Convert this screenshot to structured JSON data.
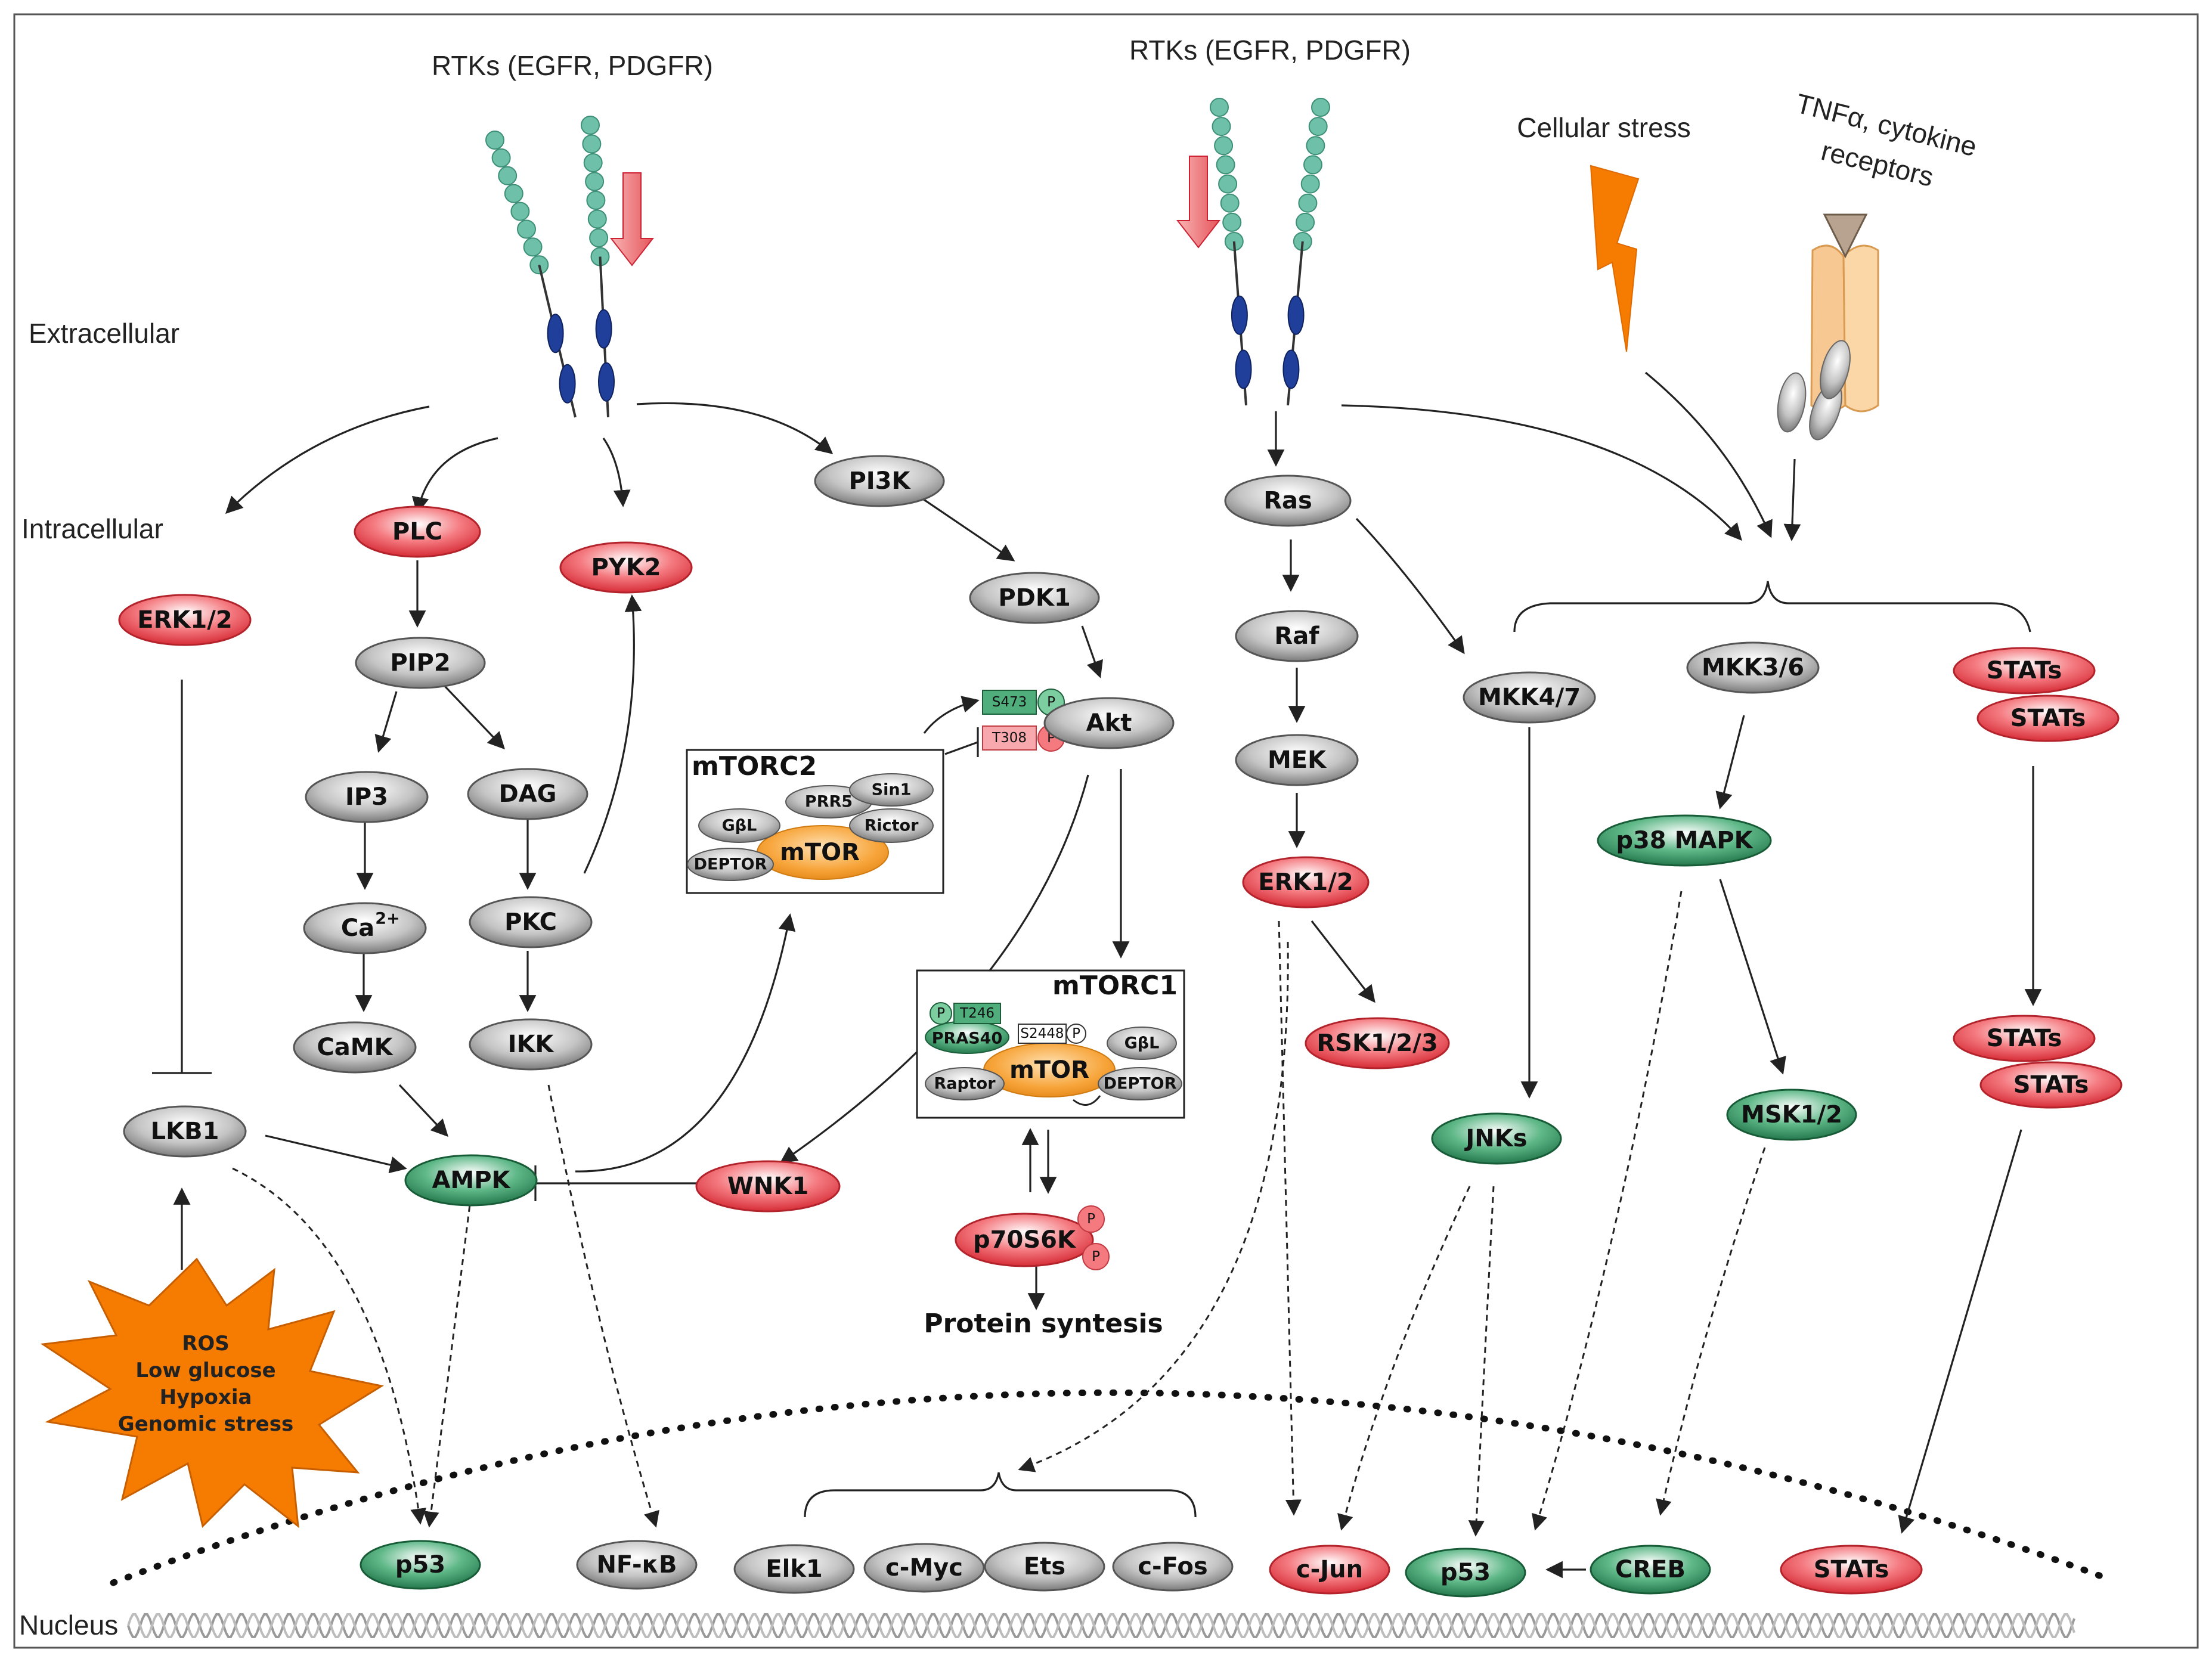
{
  "labels": {
    "rtk_left": "RTKs (EGFR, PDGFR)",
    "rtk_right": "RTKs (EGFR, PDGFR)",
    "cellular_stress": "Cellular stress",
    "tnf_line1": "TNFα, cytokine",
    "tnf_line2": "receptors",
    "extracellular": "Extracellular",
    "intracellular": "Intracellular",
    "nucleus": "Nucleus",
    "protein_synthesis": "Protein syntesis",
    "mtorc2": "mTORC2",
    "mtorc1": "mTORC1"
  },
  "stress_star": [
    "ROS",
    "Low glucose",
    "Hypoxia",
    "Genomic stress"
  ],
  "nodes": {
    "erk12_left": "ERK1/2",
    "plc": "PLC",
    "pyk2": "PYK2",
    "pi3k": "PI3K",
    "pdk1": "PDK1",
    "akt": "Akt",
    "pip2": "PIP2",
    "ip3": "IP3",
    "dag": "DAG",
    "ca": "Ca",
    "ca_sup": "2+",
    "pkc": "PKC",
    "camk": "CaMK",
    "ikk": "IKK",
    "lkb1": "LKB1",
    "ampk": "AMPK",
    "wnk1": "WNK1",
    "p70s6k": "p70S6K",
    "ras": "Ras",
    "raf": "Raf",
    "mek": "MEK",
    "erk12_right": "ERK1/2",
    "rsk": "RSK1/2/3",
    "mkk47": "MKK4/7",
    "mkk36": "MKK3/6",
    "stats_top1": "STATs",
    "stats_top2": "STATs",
    "p38": "p38 MAPK",
    "jnks": "JNKs",
    "msk12": "MSK1/2",
    "stats_mid1": "STATs",
    "stats_mid2": "STATs",
    "p53_left": "p53",
    "nfkb": "NF-κB",
    "elk1": "Elk1",
    "cmyc": "c-Myc",
    "ets": "Ets",
    "cfos": "c-Fos",
    "cjun": "c-Jun",
    "p53_right": "p53",
    "creb": "CREB",
    "stats_nuc": "STATs"
  },
  "mtorc2_parts": {
    "mtor": "mTOR",
    "sin1": "Sin1",
    "prr5": "PRR5",
    "rictor": "Rictor",
    "gbl": "GβL",
    "deptor": "DEPTOR"
  },
  "mtorc1_parts": {
    "mtor": "mTOR",
    "pras40": "PRAS40",
    "t246": "T246",
    "s2448": "S2448",
    "gbl": "GβL",
    "raptor": "Raptor",
    "deptor": "DEPTOR"
  },
  "akt_sites": {
    "s473": "S473",
    "t308": "T308",
    "p": "P"
  },
  "colors": {
    "red_node": "#e8444d",
    "green_node": "#2e8b57",
    "gray_node": "#8c8c8c",
    "mtor_orange": "#f39a1e",
    "stress_orange": "#f57c00",
    "receptor_teal": "#6fc0a8",
    "receptor_blue": "#1f3f9a"
  }
}
